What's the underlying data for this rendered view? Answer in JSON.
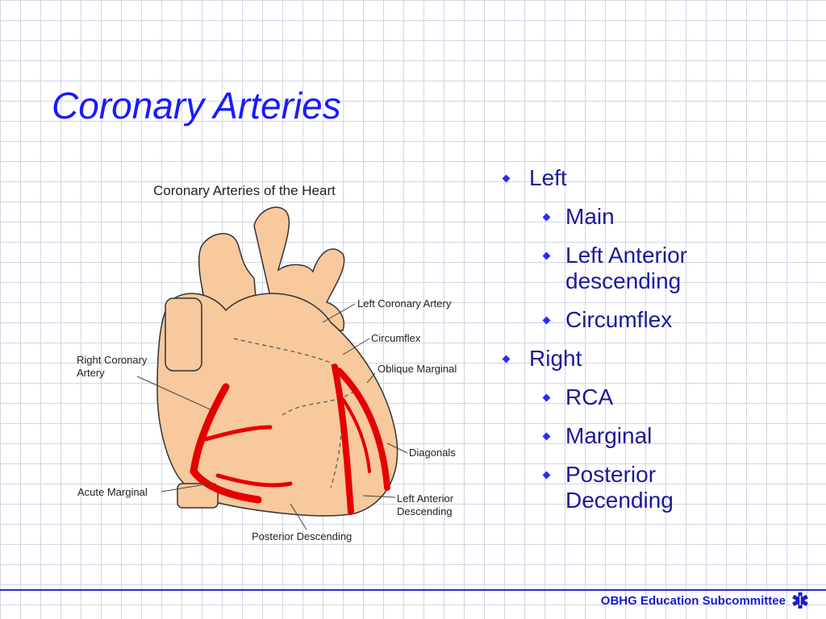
{
  "slide": {
    "title": "Coronary Arteries",
    "footer": "OBHG Education Subcommittee"
  },
  "diagram": {
    "title": "Coronary Arteries of the Heart",
    "labels": {
      "left_coronary_artery": "Left Coronary Artery",
      "circumflex": "Circumflex",
      "oblique_marginal": "Oblique Marginal",
      "right_coronary_line1": "Right Coronary",
      "right_coronary_line2": "Artery",
      "diagonals": "Diagonals",
      "acute_marginal": "Acute Marginal",
      "lad_line1": "Left Anterior",
      "lad_line2": "Descending",
      "posterior_descending": "Posterior Descending"
    },
    "colors": {
      "heart_fill": "#f7c99d",
      "artery": "#e50000",
      "outline": "#333333"
    }
  },
  "bullets": {
    "left": "Left",
    "left_items": [
      "Main",
      "Left Anterior descending",
      "Circumflex"
    ],
    "right": "Right",
    "right_items": [
      "RCA",
      "Marginal",
      "Posterior Decending"
    ]
  },
  "icons": {
    "footer_icon": "star-of-life-icon"
  }
}
